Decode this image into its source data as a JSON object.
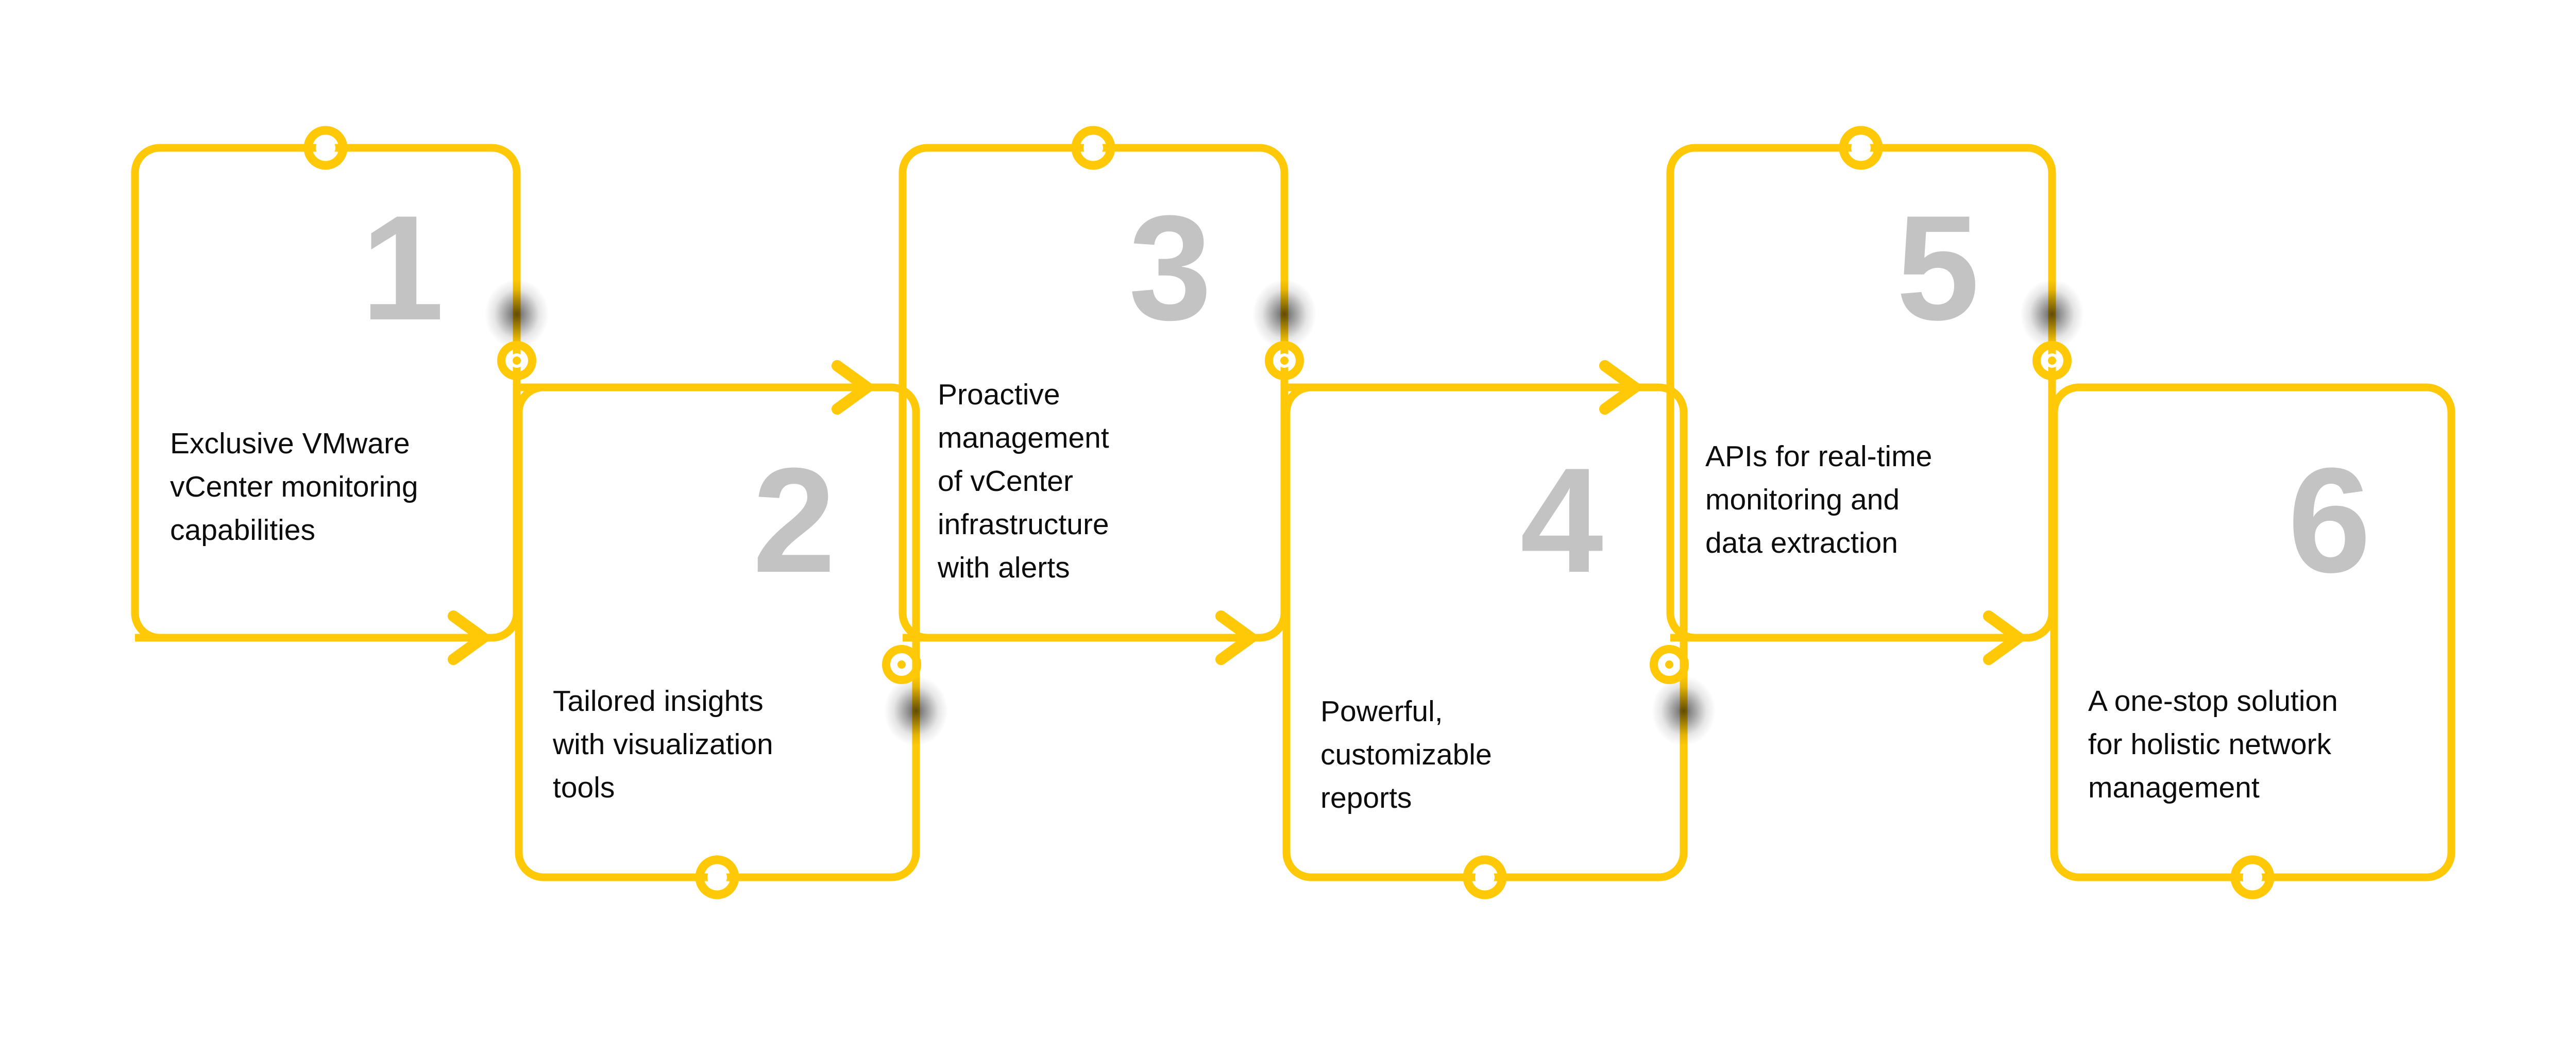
{
  "theme": {
    "accent": "#FFC907",
    "accent_shadow": "#8a6c04",
    "number_color": "#C3C3C3",
    "text_color": "#0D0D0D",
    "background": "#FFFFFF"
  },
  "diagram": {
    "type": "process-flow",
    "orientation": "horizontal-zigzag",
    "step_count": 6,
    "steps": [
      {
        "number": "1",
        "text_lines": [
          "Exclusive VMware",
          "vCenter monitoring",
          "capabilities"
        ],
        "text": "Exclusive VMware vCenter monitoring capabilities",
        "row": "upper",
        "marker": "ring-top",
        "arrow": "bottom-right"
      },
      {
        "number": "2",
        "text_lines": [
          "Tailored insights",
          "with visualization",
          "tools"
        ],
        "text": "Tailored insights with visualization tools",
        "row": "lower",
        "marker": "ring-bottom",
        "arrow": "top-right"
      },
      {
        "number": "3",
        "text_lines": [
          "Proactive",
          "management",
          "of vCenter",
          "infrastructure",
          "with alerts"
        ],
        "text": "Proactive management of vCenter infrastructure with alerts",
        "row": "upper",
        "marker": "ring-top",
        "arrow": "bottom-right"
      },
      {
        "number": "4",
        "text_lines": [
          "Powerful,",
          "customizable",
          "reports"
        ],
        "text": "Powerful, customizable reports",
        "row": "lower",
        "marker": "ring-bottom",
        "arrow": "top-right"
      },
      {
        "number": "5",
        "text_lines": [
          "APIs for real-time",
          "monitoring and",
          "data extraction"
        ],
        "text": "APIs for real-time monitoring and data extraction",
        "row": "upper",
        "marker": "ring-top",
        "arrow": "bottom-right"
      },
      {
        "number": "6",
        "text_lines": [
          "A one-stop solution",
          "for holistic network",
          "management"
        ],
        "text": "A one-stop solution for holistic network management",
        "row": "lower",
        "marker": "ring-bottom",
        "arrow": "none"
      }
    ]
  }
}
